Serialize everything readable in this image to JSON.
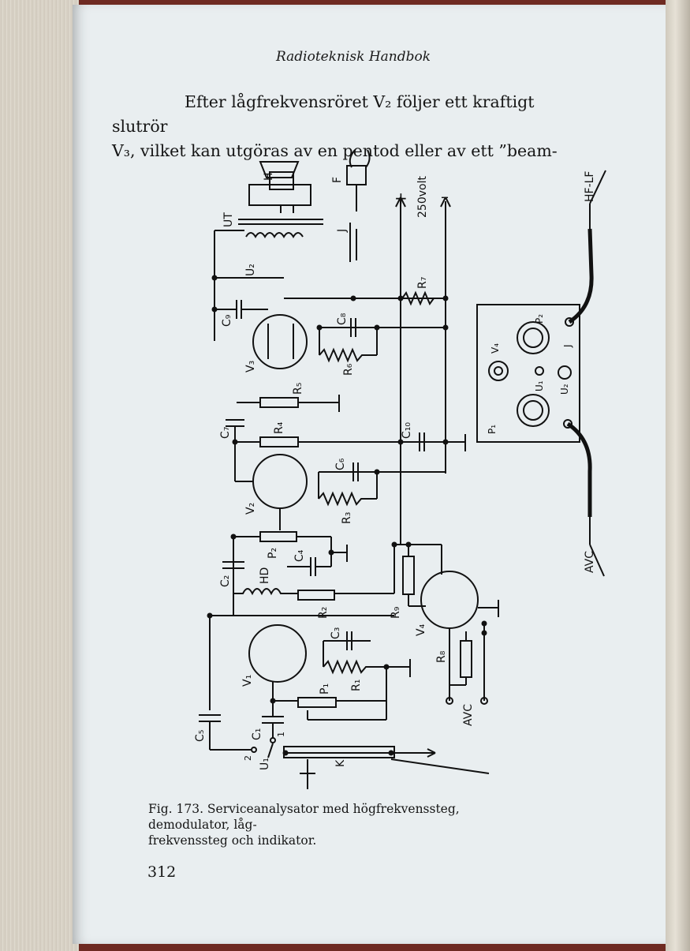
{
  "running_head": "Radioteknisk Handbok",
  "body_text": {
    "line1": "Efter lågfrekvensröret V₂ följer ett kraftigt slutrör",
    "line2": "V₃, vilket kan utgöras av en pentod eller av ett ”beam-"
  },
  "diagram": {
    "labels": {
      "H": "H",
      "F": "F",
      "J": "J",
      "UT": "UT",
      "U2": "U₂",
      "plus": "+",
      "minus": "–",
      "volt": "250volt",
      "HF_LF": "HF-LF",
      "AVC_top": "AVC",
      "AVC_bottom": "AVC",
      "R7": "R₇",
      "C9": "C₉",
      "C8": "C₈",
      "V3": "V₃",
      "R6": "R₆",
      "R5": "R₅",
      "C7": "C₇",
      "R4": "R₄",
      "C10": "C₁₀",
      "C6": "C₆",
      "V2": "V₂",
      "R3": "R₃",
      "P2": "P₂",
      "C4": "C₄",
      "C2": "C₂",
      "HD": "HD",
      "R2": "R₂",
      "R9": "R₉",
      "V4": "V₄",
      "C3": "C₃",
      "R8": "R₈",
      "V1": "V₁",
      "R1": "R₁",
      "P1": "P₁",
      "C5": "C₅",
      "C1": "C₁",
      "U1": "U₁",
      "K": "K",
      "num2": "2",
      "num1": "1",
      "panel_P2": "P₂",
      "panel_V4": "V₄",
      "panel_U1": "U₁",
      "panel_U2": "U₂",
      "panel_P1": "P₁",
      "panel_J": "J"
    }
  },
  "caption": {
    "line1": "Fig. 173. Serviceanalysator med högfrekvenssteg, demodulator, låg-",
    "line2": "frekvenssteg och indikator."
  },
  "page_number": "312"
}
